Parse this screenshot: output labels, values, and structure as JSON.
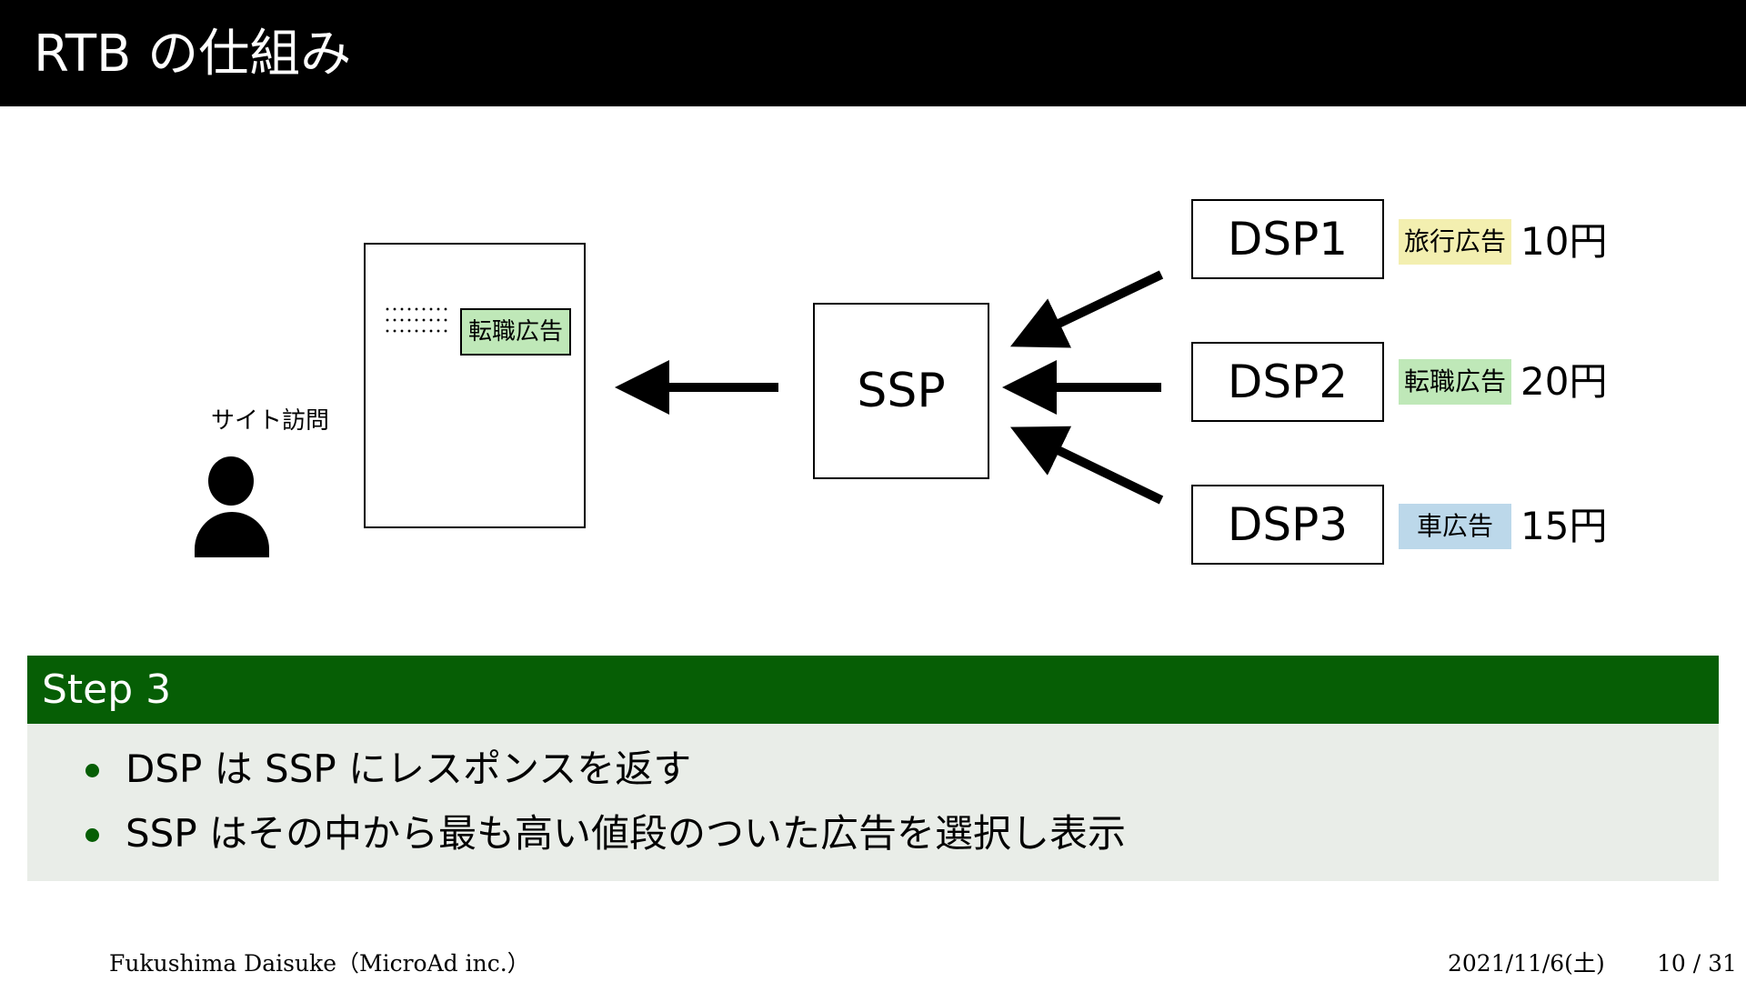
{
  "title": "RTB の仕組み",
  "diagram": {
    "page_ad_label": "転職広告",
    "visitor_label": "サイト訪問",
    "ssp_label": "SSP",
    "dsps": [
      {
        "name": "DSP1",
        "ad": "旅行広告",
        "ad_color": "#f3efb0",
        "price": "10円"
      },
      {
        "name": "DSP2",
        "ad": "転職広告",
        "ad_color": "#bfe8b8",
        "price": "20円"
      },
      {
        "name": "DSP3",
        "ad": "車広告",
        "ad_color": "#bcd8ea",
        "price": "15円"
      }
    ]
  },
  "step": {
    "title": "Step 3",
    "bullets": [
      "DSP は SSP にレスポンスを返す",
      "SSP はその中から最も高い値段のついた広告を選択し表示"
    ]
  },
  "footer": {
    "author": "Fukushima Daisuke（MicroAd inc.）",
    "date": "2021/11/6(土)",
    "page": "10 / 31"
  },
  "colors": {
    "title_bg": "#000000",
    "step_header_bg": "#065e05",
    "step_body_bg": "#e9ede8"
  }
}
